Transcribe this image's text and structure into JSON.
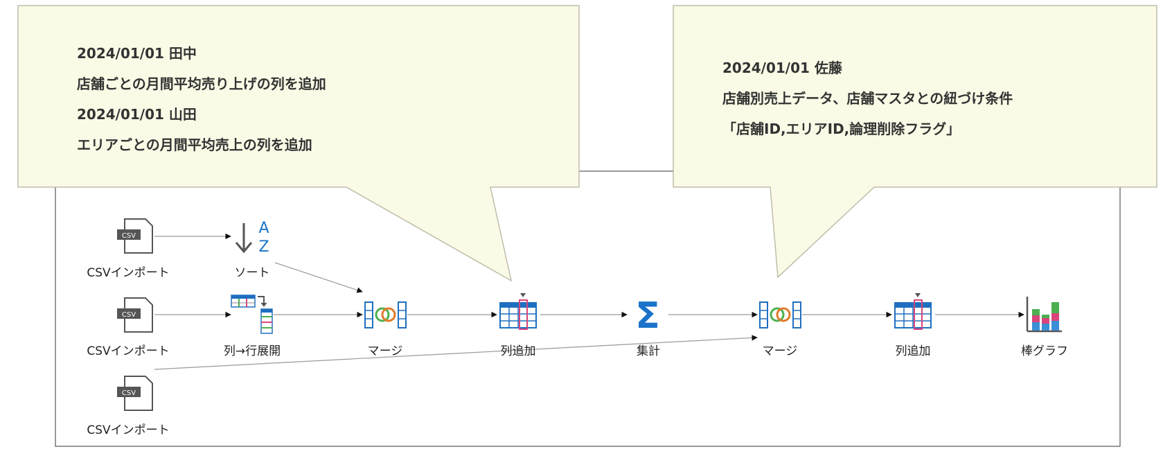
{
  "callouts": [
    {
      "lines": [
        "2024/01/01 田中",
        "店舗ごとの月間平均売り上げの列を追加",
        "2024/01/01 山田",
        "エリアごとの月間平均売上の列を追加"
      ]
    },
    {
      "lines": [
        "2024/01/01 佐藤",
        "店舗別売上データ、店舗マスタとの紐づけ条件",
        "「店舗ID,エリアID,論理削除フラグ」"
      ]
    }
  ],
  "nodes": {
    "csv1": {
      "label": "CSVインポート",
      "icon": "csv-file-icon",
      "badge": "CSV"
    },
    "csv2": {
      "label": "CSVインポート",
      "icon": "csv-file-icon",
      "badge": "CSV"
    },
    "csv3": {
      "label": "CSVインポート",
      "icon": "csv-file-icon",
      "badge": "CSV"
    },
    "sort": {
      "label": "ソート",
      "icon": "sort-az-icon",
      "letters": [
        "A",
        "Z"
      ]
    },
    "unpivot": {
      "label": "列→行展開",
      "icon": "unpivot-icon"
    },
    "merge1": {
      "label": "マージ",
      "icon": "merge-icon"
    },
    "addcol1": {
      "label": "列追加",
      "icon": "add-column-icon"
    },
    "aggregate": {
      "label": "集計",
      "icon": "sum-icon",
      "glyph": "Σ"
    },
    "merge2": {
      "label": "マージ",
      "icon": "merge-icon"
    },
    "addcol2": {
      "label": "列追加",
      "icon": "add-column-icon"
    },
    "barchart": {
      "label": "棒グラフ",
      "icon": "bar-chart-icon"
    }
  },
  "colors": {
    "callout_fill": "#fafae6",
    "callout_border": "#bdbdaa",
    "sigma": "#1a73c8",
    "table_blue": "#1e6fbf",
    "merge_orange": "#e07a2a",
    "bar_green": "#4cb050",
    "bar_pink": "#d9447a",
    "bar_blue": "#3a8fd6"
  }
}
